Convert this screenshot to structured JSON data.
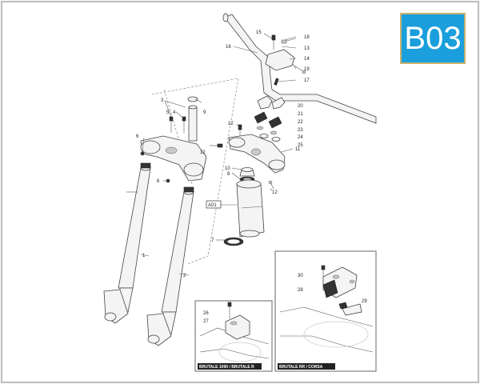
{
  "badge": "B03",
  "callouts": {
    "c1": "1",
    "c2": "2",
    "c3": "3",
    "c4": "4",
    "c5": "5",
    "c6a": "6",
    "c6b": "6",
    "c7": "7",
    "c8": "8",
    "c9": "9",
    "c10": "10",
    "c11": "11",
    "c12a": "12",
    "c12b": "12",
    "c12c": "12",
    "c13": "13",
    "c14": "14",
    "c15": "15",
    "c16": "16",
    "c17": "17",
    "c18": "18",
    "c19": "19",
    "c20": "20",
    "c21": "21",
    "c22": "22",
    "c23": "23",
    "c24": "24",
    "c25": "25",
    "c26": "26",
    "c27": "27",
    "c28": "28",
    "c29": "29",
    "c30": "30",
    "a01": "A01"
  },
  "insets": {
    "left_caption": "BRUTALE 1090 / BRUTALE R",
    "right_caption": "BRUTALE RR / CORSA"
  }
}
